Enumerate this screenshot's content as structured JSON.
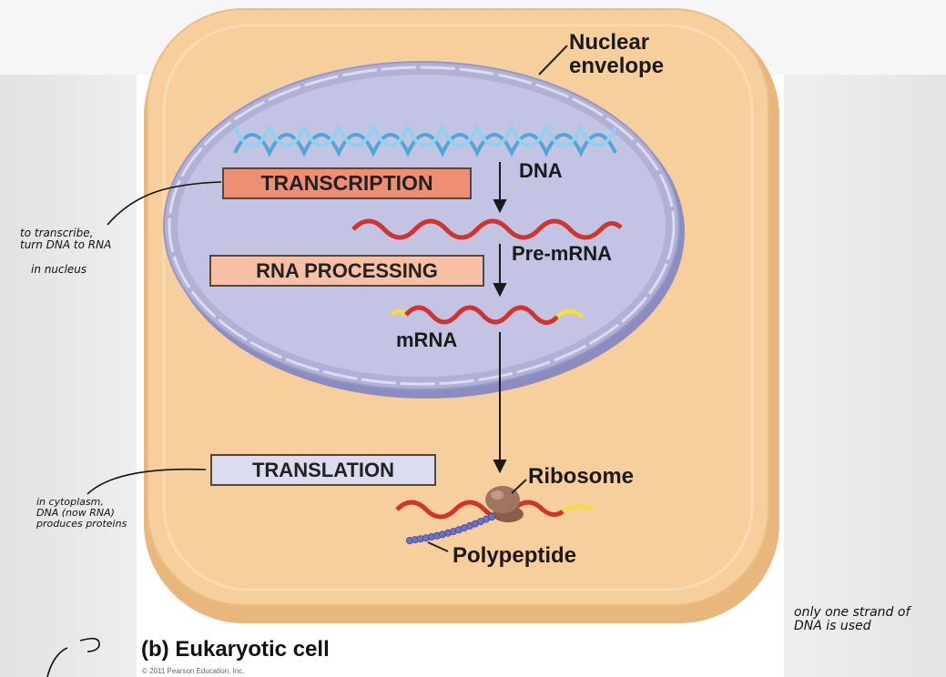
{
  "diagram": {
    "labels": {
      "nuclear_envelope_1": "Nuclear",
      "nuclear_envelope_2": "envelope",
      "dna": "DNA",
      "pre_mrna": "Pre-mRNA",
      "mrna": "mRNA",
      "ribosome": "Ribosome",
      "polypeptide": "Polypeptide"
    },
    "process_boxes": {
      "transcription": "TRANSCRIPTION",
      "rna_processing": "RNA PROCESSING",
      "translation": "TRANSLATION"
    },
    "caption": "(b) Eukaryotic cell",
    "copyright": "© 2011 Pearson Education, Inc."
  },
  "notes": {
    "transcribe": [
      "to transcribe,",
      "turn DNA to RNA",
      "in nucleus"
    ],
    "translation": [
      "in cytoplasm,",
      "DNA (now RNA)",
      "produces proteins"
    ],
    "strand": [
      "only one strand of",
      "DNA is used"
    ]
  },
  "colors": {
    "cytoplasm": "#f6cf9d",
    "nucleus": "#c3c3e3",
    "transcription_box": "#ee8f73",
    "rna_processing_box": "#f7c0a4",
    "translation_box": "#dcdcf0",
    "dna": "#4ea7d8",
    "rna": "#d0342c",
    "cap": "#f2dc49",
    "ribosome": "#a07461",
    "polypeptide": "#6b74c4"
  }
}
